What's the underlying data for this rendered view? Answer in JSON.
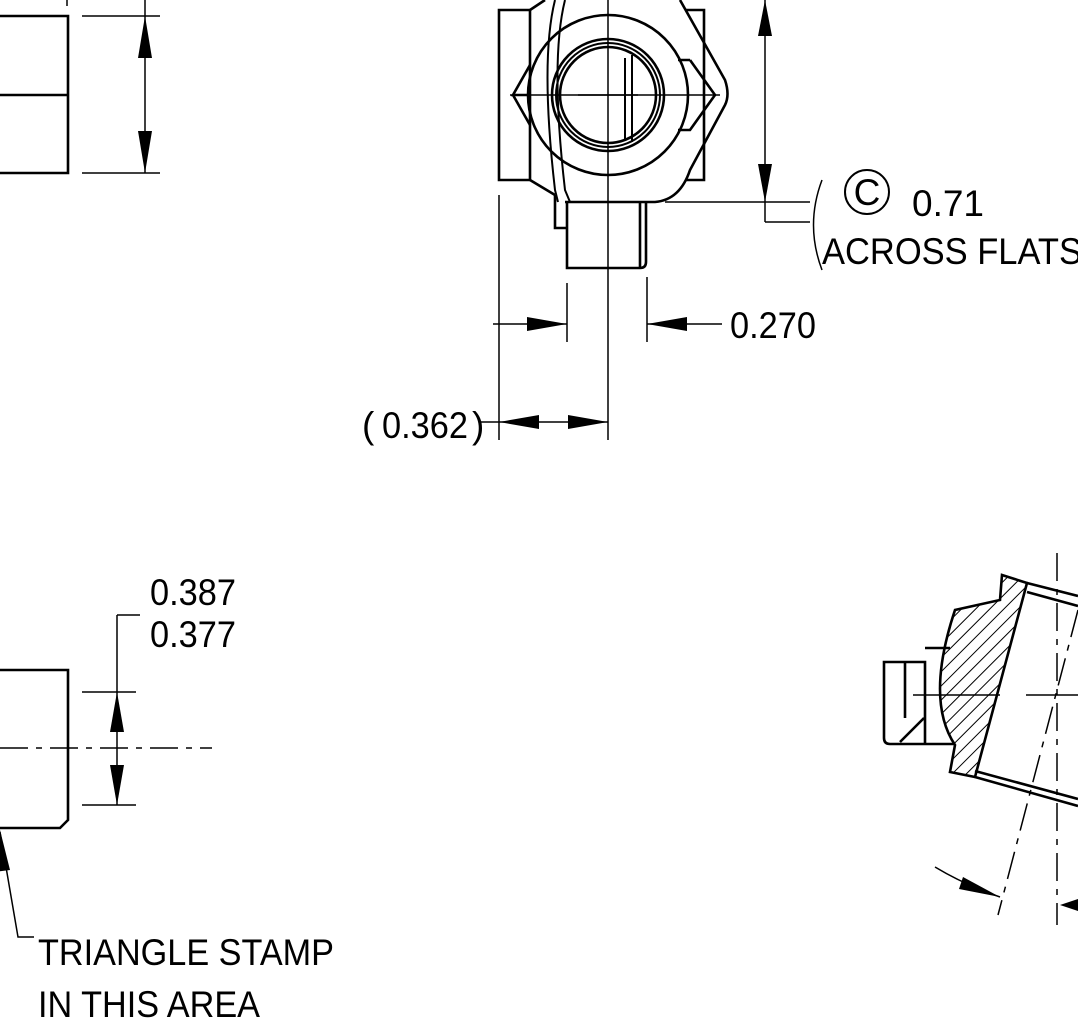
{
  "dimensions": {
    "across_flats_callout": "C",
    "across_flats_value": "0.71",
    "across_flats_label": "ACROSS FLATS",
    "tab_width": "0.270",
    "offset_open_paren": "(",
    "offset_value": "0.362",
    "offset_close_paren": ")",
    "thickness_max": "0.387",
    "thickness_min": "0.377"
  },
  "notes": {
    "stamp_line1": "TRIANGLE STAMP",
    "stamp_line2": "IN THIS AREA"
  }
}
